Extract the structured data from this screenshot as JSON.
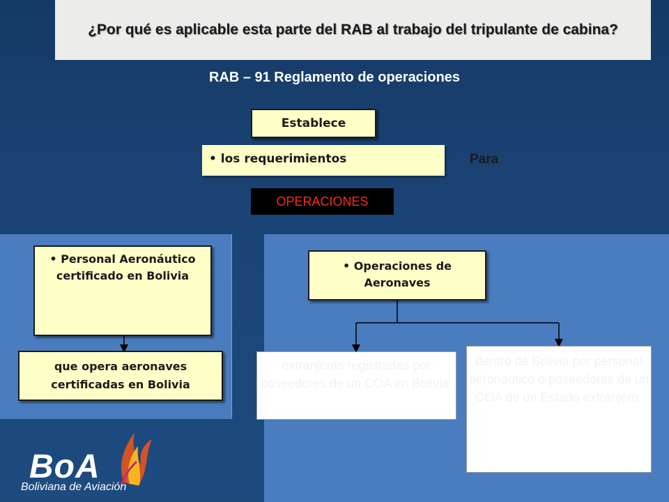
{
  "header": {
    "title": "¿Por qué es aplicable esta parte del RAB al trabajo del tripulante de cabina?"
  },
  "subtitle": "RAB – 91 Reglamento de operaciones",
  "establece": "Establece",
  "requerimientos": {
    "bullet": "•",
    "text": "los requerimientos"
  },
  "para": "Para",
  "operaciones": "OPERACIONES",
  "left": {
    "personal": {
      "bullet": "•",
      "text": "Personal Aeronáutico certificado en Bolivia"
    },
    "que_opera": "que opera aeronaves certificadas en Bolivia"
  },
  "right": {
    "ops_aeronaves": {
      "bullet": "•",
      "text": "Operaciones de Aeronaves"
    },
    "extranjeras": "extranjeras registradas por poseedores de un COA en Bolivia.",
    "dentro": "dentro de Bolivia por personal aeronáutico o poseedores de un COA de un Estado extranjero."
  },
  "logo": {
    "brand": "BoA",
    "tagline": "Boliviana de Aviación"
  },
  "colors": {
    "background": "#1b4476",
    "panel_blue": "#4a7dbf",
    "box_yellow": "#ffffc8",
    "operaciones_text": "#ff2a1a"
  }
}
